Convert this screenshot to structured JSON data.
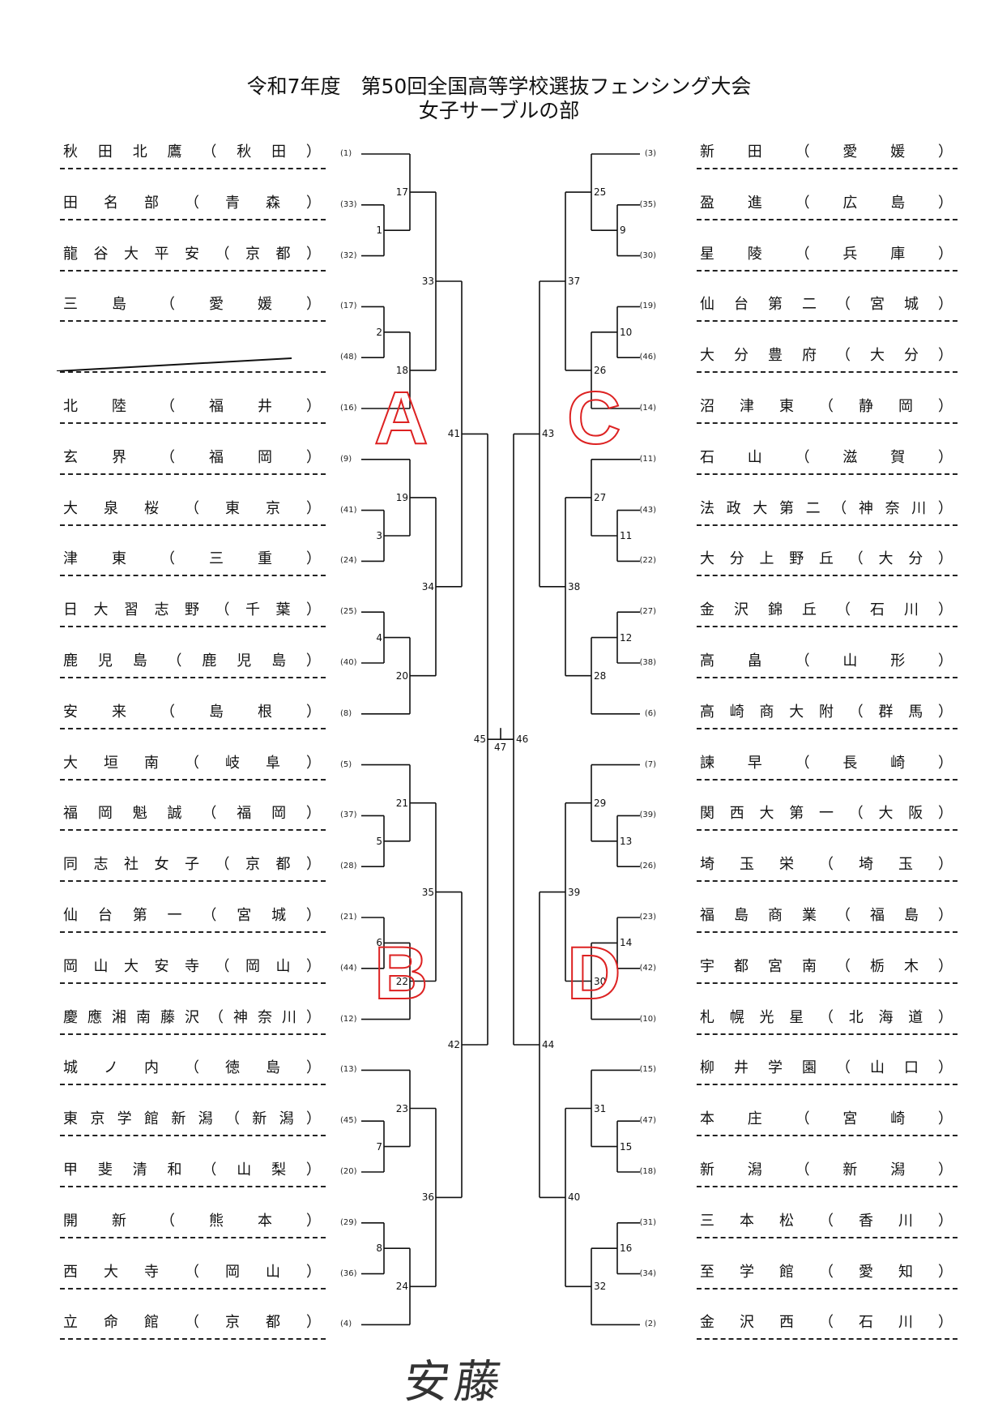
{
  "header": {
    "title_line1": "令和7年度　第50回全国高等学校選抜フェンシング大会",
    "title_line2": "女子サーブルの部"
  },
  "left_entries": [
    {
      "school": "秋田北鷹",
      "pref": "秋田",
      "seed": "(1)"
    },
    {
      "school": "田名部",
      "pref": "青森",
      "seed": "(33)"
    },
    {
      "school": "龍谷大平安",
      "pref": "京都",
      "seed": "(32)"
    },
    {
      "school": "三島",
      "pref": "愛媛",
      "seed": "(17)"
    },
    {
      "school": "",
      "pref": "",
      "seed": "(48)",
      "bye": true
    },
    {
      "school": "北陸",
      "pref": "福井",
      "seed": "(16)"
    },
    {
      "school": "玄界",
      "pref": "福岡",
      "seed": "(9)"
    },
    {
      "school": "大泉桜",
      "pref": "東京",
      "seed": "(41)"
    },
    {
      "school": "津東",
      "pref": "三重",
      "seed": "(24)"
    },
    {
      "school": "日大習志野",
      "pref": "千葉",
      "seed": "(25)"
    },
    {
      "school": "鹿児島",
      "pref": "鹿児島",
      "seed": "(40)"
    },
    {
      "school": "安来",
      "pref": "島根",
      "seed": "(8)"
    },
    {
      "school": "大垣南",
      "pref": "岐阜",
      "seed": "(5)"
    },
    {
      "school": "福岡魁誠",
      "pref": "福岡",
      "seed": "(37)"
    },
    {
      "school": "同志社女子",
      "pref": "京都",
      "seed": "(28)"
    },
    {
      "school": "仙台第一",
      "pref": "宮城",
      "seed": "(21)"
    },
    {
      "school": "岡山大安寺",
      "pref": "岡山",
      "seed": "(44)"
    },
    {
      "school": "慶應湘南藤沢",
      "pref": "神奈川",
      "seed": "(12)"
    },
    {
      "school": "城ノ内",
      "pref": "徳島",
      "seed": "(13)"
    },
    {
      "school": "東京学館新潟",
      "pref": "新潟",
      "seed": "(45)"
    },
    {
      "school": "甲斐清和",
      "pref": "山梨",
      "seed": "(20)"
    },
    {
      "school": "開新",
      "pref": "熊本",
      "seed": "(29)"
    },
    {
      "school": "西大寺",
      "pref": "岡山",
      "seed": "(36)"
    },
    {
      "school": "立命館",
      "pref": "京都",
      "seed": "(4)"
    }
  ],
  "right_entries": [
    {
      "school": "新田",
      "pref": "愛媛",
      "seed": "(3)"
    },
    {
      "school": "盈進",
      "pref": "広島",
      "seed": "(35)"
    },
    {
      "school": "星陵",
      "pref": "兵庫",
      "seed": "(30)"
    },
    {
      "school": "仙台第二",
      "pref": "宮城",
      "seed": "(19)"
    },
    {
      "school": "大分豊府",
      "pref": "大分",
      "seed": "(46)"
    },
    {
      "school": "沼津東",
      "pref": "静岡",
      "seed": "(14)"
    },
    {
      "school": "石山",
      "pref": "滋賀",
      "seed": "(11)"
    },
    {
      "school": "法政大第二",
      "pref": "神奈川",
      "seed": "(43)"
    },
    {
      "school": "大分上野丘",
      "pref": "大分",
      "seed": "(22)"
    },
    {
      "school": "金沢錦丘",
      "pref": "石川",
      "seed": "(27)"
    },
    {
      "school": "高畠",
      "pref": "山形",
      "seed": "(38)"
    },
    {
      "school": "高崎商大附",
      "pref": "群馬",
      "seed": "(6)"
    },
    {
      "school": "諫早",
      "pref": "長崎",
      "seed": "(7)"
    },
    {
      "school": "関西大第一",
      "pref": "大阪",
      "seed": "(39)"
    },
    {
      "school": "埼玉栄",
      "pref": "埼玉",
      "seed": "(26)"
    },
    {
      "school": "福島商業",
      "pref": "福島",
      "seed": "(23)"
    },
    {
      "school": "宇都宮南",
      "pref": "栃木",
      "seed": "(42)"
    },
    {
      "school": "札幌光星",
      "pref": "北海道",
      "seed": "(10)"
    },
    {
      "school": "柳井学園",
      "pref": "山口",
      "seed": "(15)"
    },
    {
      "school": "本庄",
      "pref": "宮崎",
      "seed": "(47)"
    },
    {
      "school": "新潟",
      "pref": "新潟",
      "seed": "(18)"
    },
    {
      "school": "三本松",
      "pref": "香川",
      "seed": "(31)"
    },
    {
      "school": "至学館",
      "pref": "愛知",
      "seed": "(34)"
    },
    {
      "school": "金沢西",
      "pref": "石川",
      "seed": "(2)"
    }
  ],
  "regions": {
    "A": "A",
    "B": "B",
    "C": "C",
    "D": "D"
  },
  "match_numbers": {
    "m1": "1",
    "m2": "2",
    "m3": "3",
    "m4": "4",
    "m5": "5",
    "m6": "6",
    "m7": "7",
    "m8": "8",
    "m9": "9",
    "m10": "10",
    "m11": "11",
    "m12": "12",
    "m13": "13",
    "m14": "14",
    "m15": "15",
    "m16": "16",
    "m17": "17",
    "m18": "18",
    "m19": "19",
    "m20": "20",
    "m21": "21",
    "m22": "22",
    "m23": "23",
    "m24": "24",
    "m25": "25",
    "m26": "26",
    "m27": "27",
    "m28": "28",
    "m29": "29",
    "m30": "30",
    "m31": "31",
    "m32": "32",
    "m33": "33",
    "m34": "34",
    "m35": "35",
    "m36": "36",
    "m37": "37",
    "m38": "38",
    "m39": "39",
    "m40": "40",
    "m41": "41",
    "m42": "42",
    "m43": "43",
    "m44": "44",
    "m45": "45",
    "m46": "46",
    "m47": "47"
  },
  "signature": "安藤"
}
